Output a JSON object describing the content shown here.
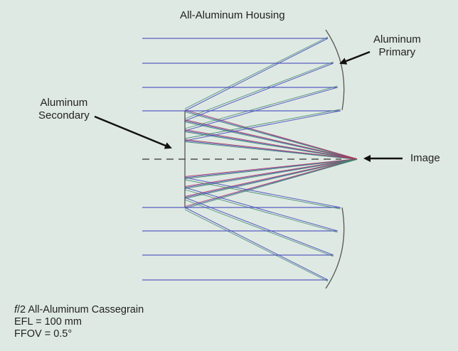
{
  "title": "All-Aluminum Housing",
  "labels": {
    "primary_line1": "Aluminum",
    "primary_line2": "Primary",
    "secondary_line1": "Aluminum",
    "secondary_line2": "Secondary",
    "image": "Image"
  },
  "caption": {
    "f_symbol": "f",
    "line1_rest": "/2 All-Aluminum Cassegrain",
    "line2": "EFL = 100 mm",
    "line3": "FFOV = 0.5°"
  },
  "colors": {
    "background": "#dfe9e3",
    "ray_blue": "#4a4fc0",
    "ray_green": "#3f8a6a",
    "ray_red": "#b0385a",
    "mirror": "#555555",
    "arrow": "#111111"
  }
}
